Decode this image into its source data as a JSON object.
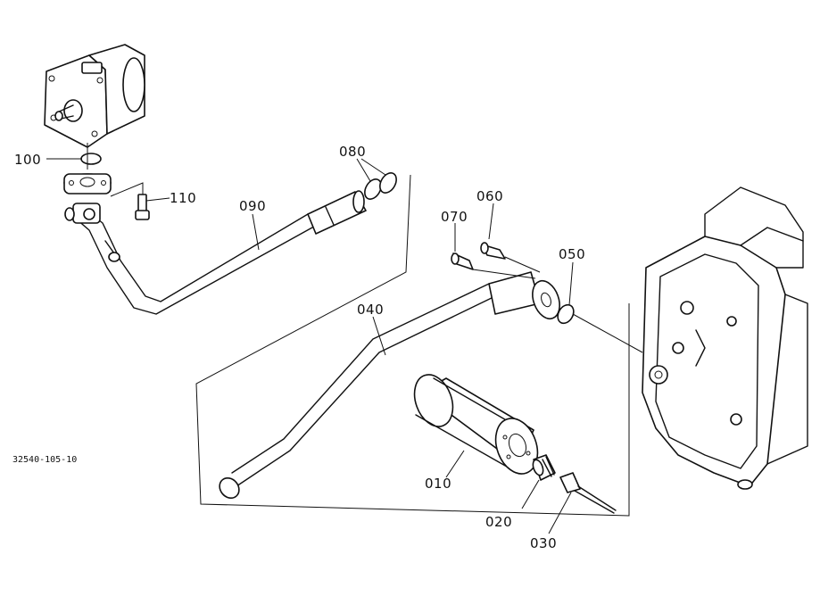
{
  "diagram_code": "32540-105-10",
  "part_labels": {
    "p010": "010",
    "p020": "020",
    "p030": "030",
    "p040": "040",
    "p050": "050",
    "p060": "060",
    "p070": "070",
    "p080": "080",
    "p090": "090",
    "p100": "100",
    "p110": "110"
  }
}
